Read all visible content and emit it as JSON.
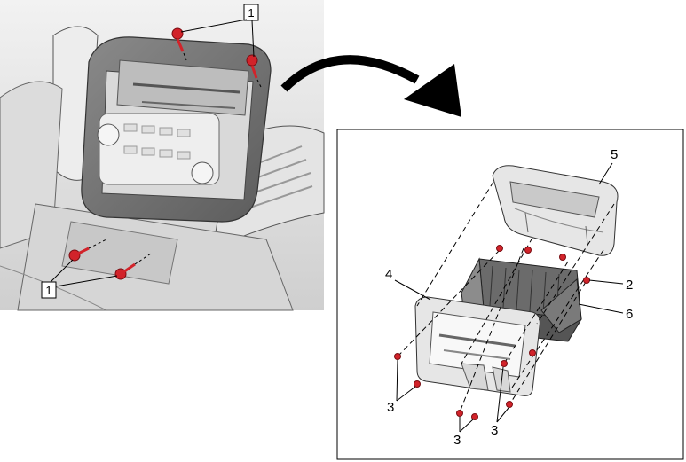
{
  "figure": {
    "overview": {
      "callout_top": "1",
      "callout_bottom": "1"
    },
    "detail": {
      "callouts": {
        "bezel": "5",
        "screw": "2",
        "bracket": "4",
        "module": "6",
        "clip_left": "3",
        "clip_center": "3",
        "clip_right": "3"
      }
    }
  },
  "colors": {
    "fastener": "#d2232a",
    "line": "#000000",
    "part_fill": "#e6e6e6",
    "part_dark": "#6b6b6b",
    "panel_border": "#000000"
  }
}
